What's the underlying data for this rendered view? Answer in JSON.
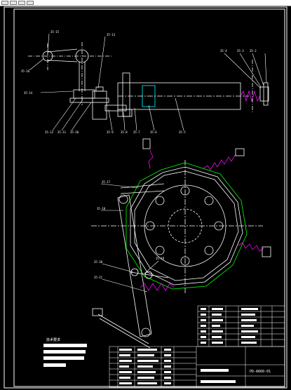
{
  "drawing_number": "PD-A660-01",
  "tech_requirements_title": "技术要求",
  "part_callouts": {
    "top_left_a": "35-15",
    "top_left_b": "35-16",
    "top_mid": "35-13",
    "left_mid": "35-14",
    "bot_a": "35-12",
    "bot_b": "35-11",
    "bot_c": "35-10",
    "bot_d": "35-9",
    "bot_e": "35-8",
    "bot_f": "35-7",
    "bot_g": "35-6",
    "right_a": "35-5",
    "right_b": "35-4",
    "right_c": "35-3",
    "right_d": "35-2",
    "wheel_a": "35-17",
    "wheel_b": "35-18",
    "wheel_c": "35-19",
    "wheel_d": "35-20",
    "wheel_e": "35-21"
  },
  "colors": {
    "background": "#000000",
    "line": "#ffffff",
    "accent": "#ff00ff",
    "green": "#00ff00",
    "cyan": "#00ffff"
  }
}
